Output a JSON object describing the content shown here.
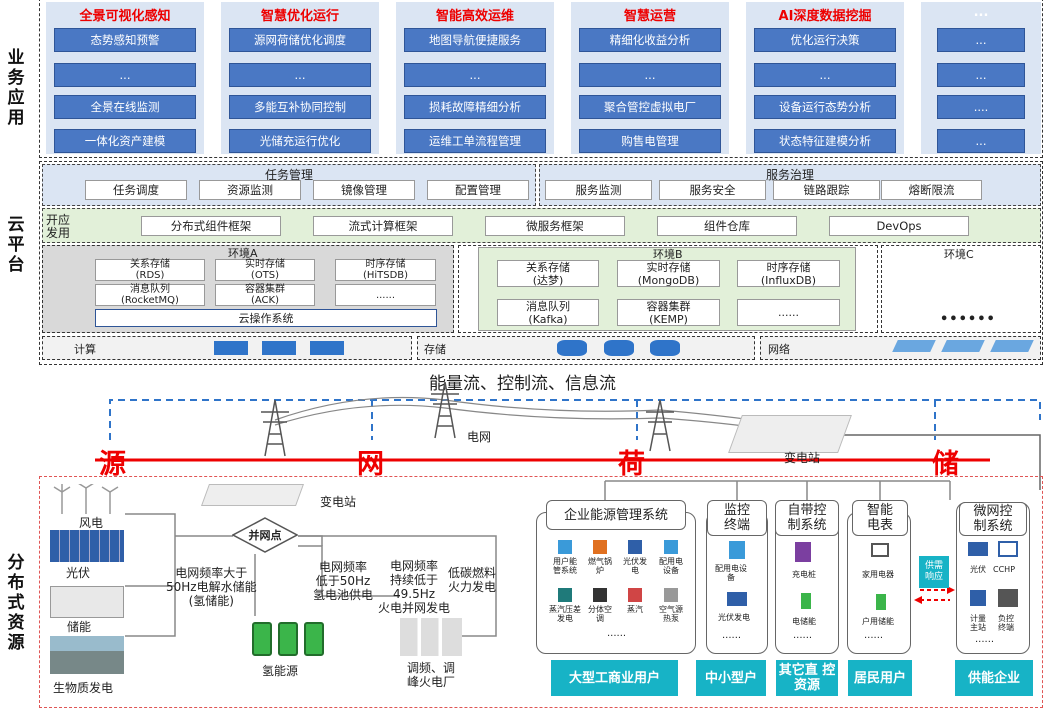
{
  "sections": {
    "business": "业务应用",
    "cloud": "云平台",
    "distributed": "分布式资源"
  },
  "business_columns": [
    {
      "title": "全景可视化感知",
      "items": [
        "态势感知预警",
        "...",
        "全景在线监测",
        "一体化资产建模"
      ]
    },
    {
      "title": "智慧优化运行",
      "items": [
        "源网荷储优化调度",
        "...",
        "多能互补协同控制",
        "光储充运行优化"
      ]
    },
    {
      "title": "智能高效运维",
      "items": [
        "地图导航便捷服务",
        "...",
        "损耗故障精细分析",
        "运维工单流程管理"
      ]
    },
    {
      "title": "智慧运营",
      "items": [
        "精细化收益分析",
        "...",
        "聚合管控虚拟电厂",
        "购售电管理"
      ]
    },
    {
      "title": "AI深度数据挖掘",
      "items": [
        "优化运行决策",
        "...",
        "设备运行态势分析",
        "状态特征建模分析"
      ]
    },
    {
      "title": "...",
      "items": [
        "...",
        "...",
        "....",
        "..."
      ]
    }
  ],
  "cloud": {
    "task_mgmt": {
      "title": "任务管理",
      "items": [
        "任务调度",
        "资源监测",
        "镜像管理",
        "配置管理"
      ]
    },
    "service_gov": {
      "title": "服务治理",
      "items": [
        "服务监测",
        "服务安全",
        "链路跟踪",
        "熔断限流"
      ]
    },
    "open_dev": {
      "label": "开应\n发用",
      "items": [
        "分布式组件框架",
        "流式计算框架",
        "微服务框架",
        "组件仓库",
        "DevOps"
      ]
    },
    "envA": {
      "title": "环境A",
      "items": [
        "关系存储\n(RDS)",
        "实时存储\n(OTS)",
        "时序存储\n(HiTSDB)",
        "消息队列\n(RocketMQ)",
        "容器集群\n(ACK)",
        "......"
      ],
      "os": "云操作系统"
    },
    "envB": {
      "title": "环境B",
      "items": [
        "关系存储\n(达梦)",
        "实时存储\n(MongoDB)",
        "时序存储\n(InfluxDB)",
        "消息队列\n(Kafka)",
        "容器集群\n(KEMP)",
        "......"
      ]
    },
    "envC": {
      "title": "环境C",
      "dots": "••••••"
    },
    "infra": {
      "compute": "计算",
      "storage": "存储",
      "network": "网络"
    }
  },
  "flow": "能量流、控制流、信息流",
  "grid": {
    "label": "电网",
    "substation_top": "变电站",
    "chars": [
      "源",
      "网",
      "荷",
      "储"
    ]
  },
  "sources": [
    {
      "label": "风电"
    },
    {
      "label": "光伏"
    },
    {
      "label": "储能"
    },
    {
      "label": "生物质发电"
    }
  ],
  "grid_point": "并网点",
  "substation2": "变电站",
  "notes": {
    "electrolysis": "电网频率大于\n50Hz电解水储能\n(氢储能)",
    "fuelcell": "电网频率\n低于50Hz\n氢电池供电",
    "thermal": "电网频率\n持续低于\n49.5Hz\n火电并网发电",
    "lowcarbon": "低碳燃料\n火力发电"
  },
  "hydrogen": "氢能源",
  "peaking": "调频、调\n峰火电厂",
  "groups": {
    "enterprise": {
      "title": "企业能源管理系统",
      "items": [
        "用户能\n管系统",
        "燃气锅\n炉",
        "光伏发\n电",
        "配用电\n设备",
        "蒸汽压差\n发电",
        "分体空\n调",
        "蒸汽",
        "空气源\n热泵"
      ],
      "more": "......",
      "user": "大型工商业用户"
    },
    "monitor": {
      "title": "监控\n终端",
      "items": [
        "配用电设\n备",
        "光伏发电"
      ],
      "more": "......",
      "user": "中小型户"
    },
    "selfctl": {
      "title": "自带控\n制系统",
      "items": [
        "充电桩",
        "电储能"
      ],
      "more": "......",
      "user": "其它直\n控资源"
    },
    "meter": {
      "title": "智能\n电表",
      "items": [
        "家用电器",
        "户用储能"
      ],
      "more": "......",
      "user": "居民用户"
    },
    "microgrid": {
      "title": "微网控\n制系统",
      "items": [
        "光伏",
        "CCHP",
        "计量\n主站",
        "负控\n终端"
      ],
      "more": "......",
      "user": "供能企业"
    }
  },
  "demand_response": "供需\n响应"
}
